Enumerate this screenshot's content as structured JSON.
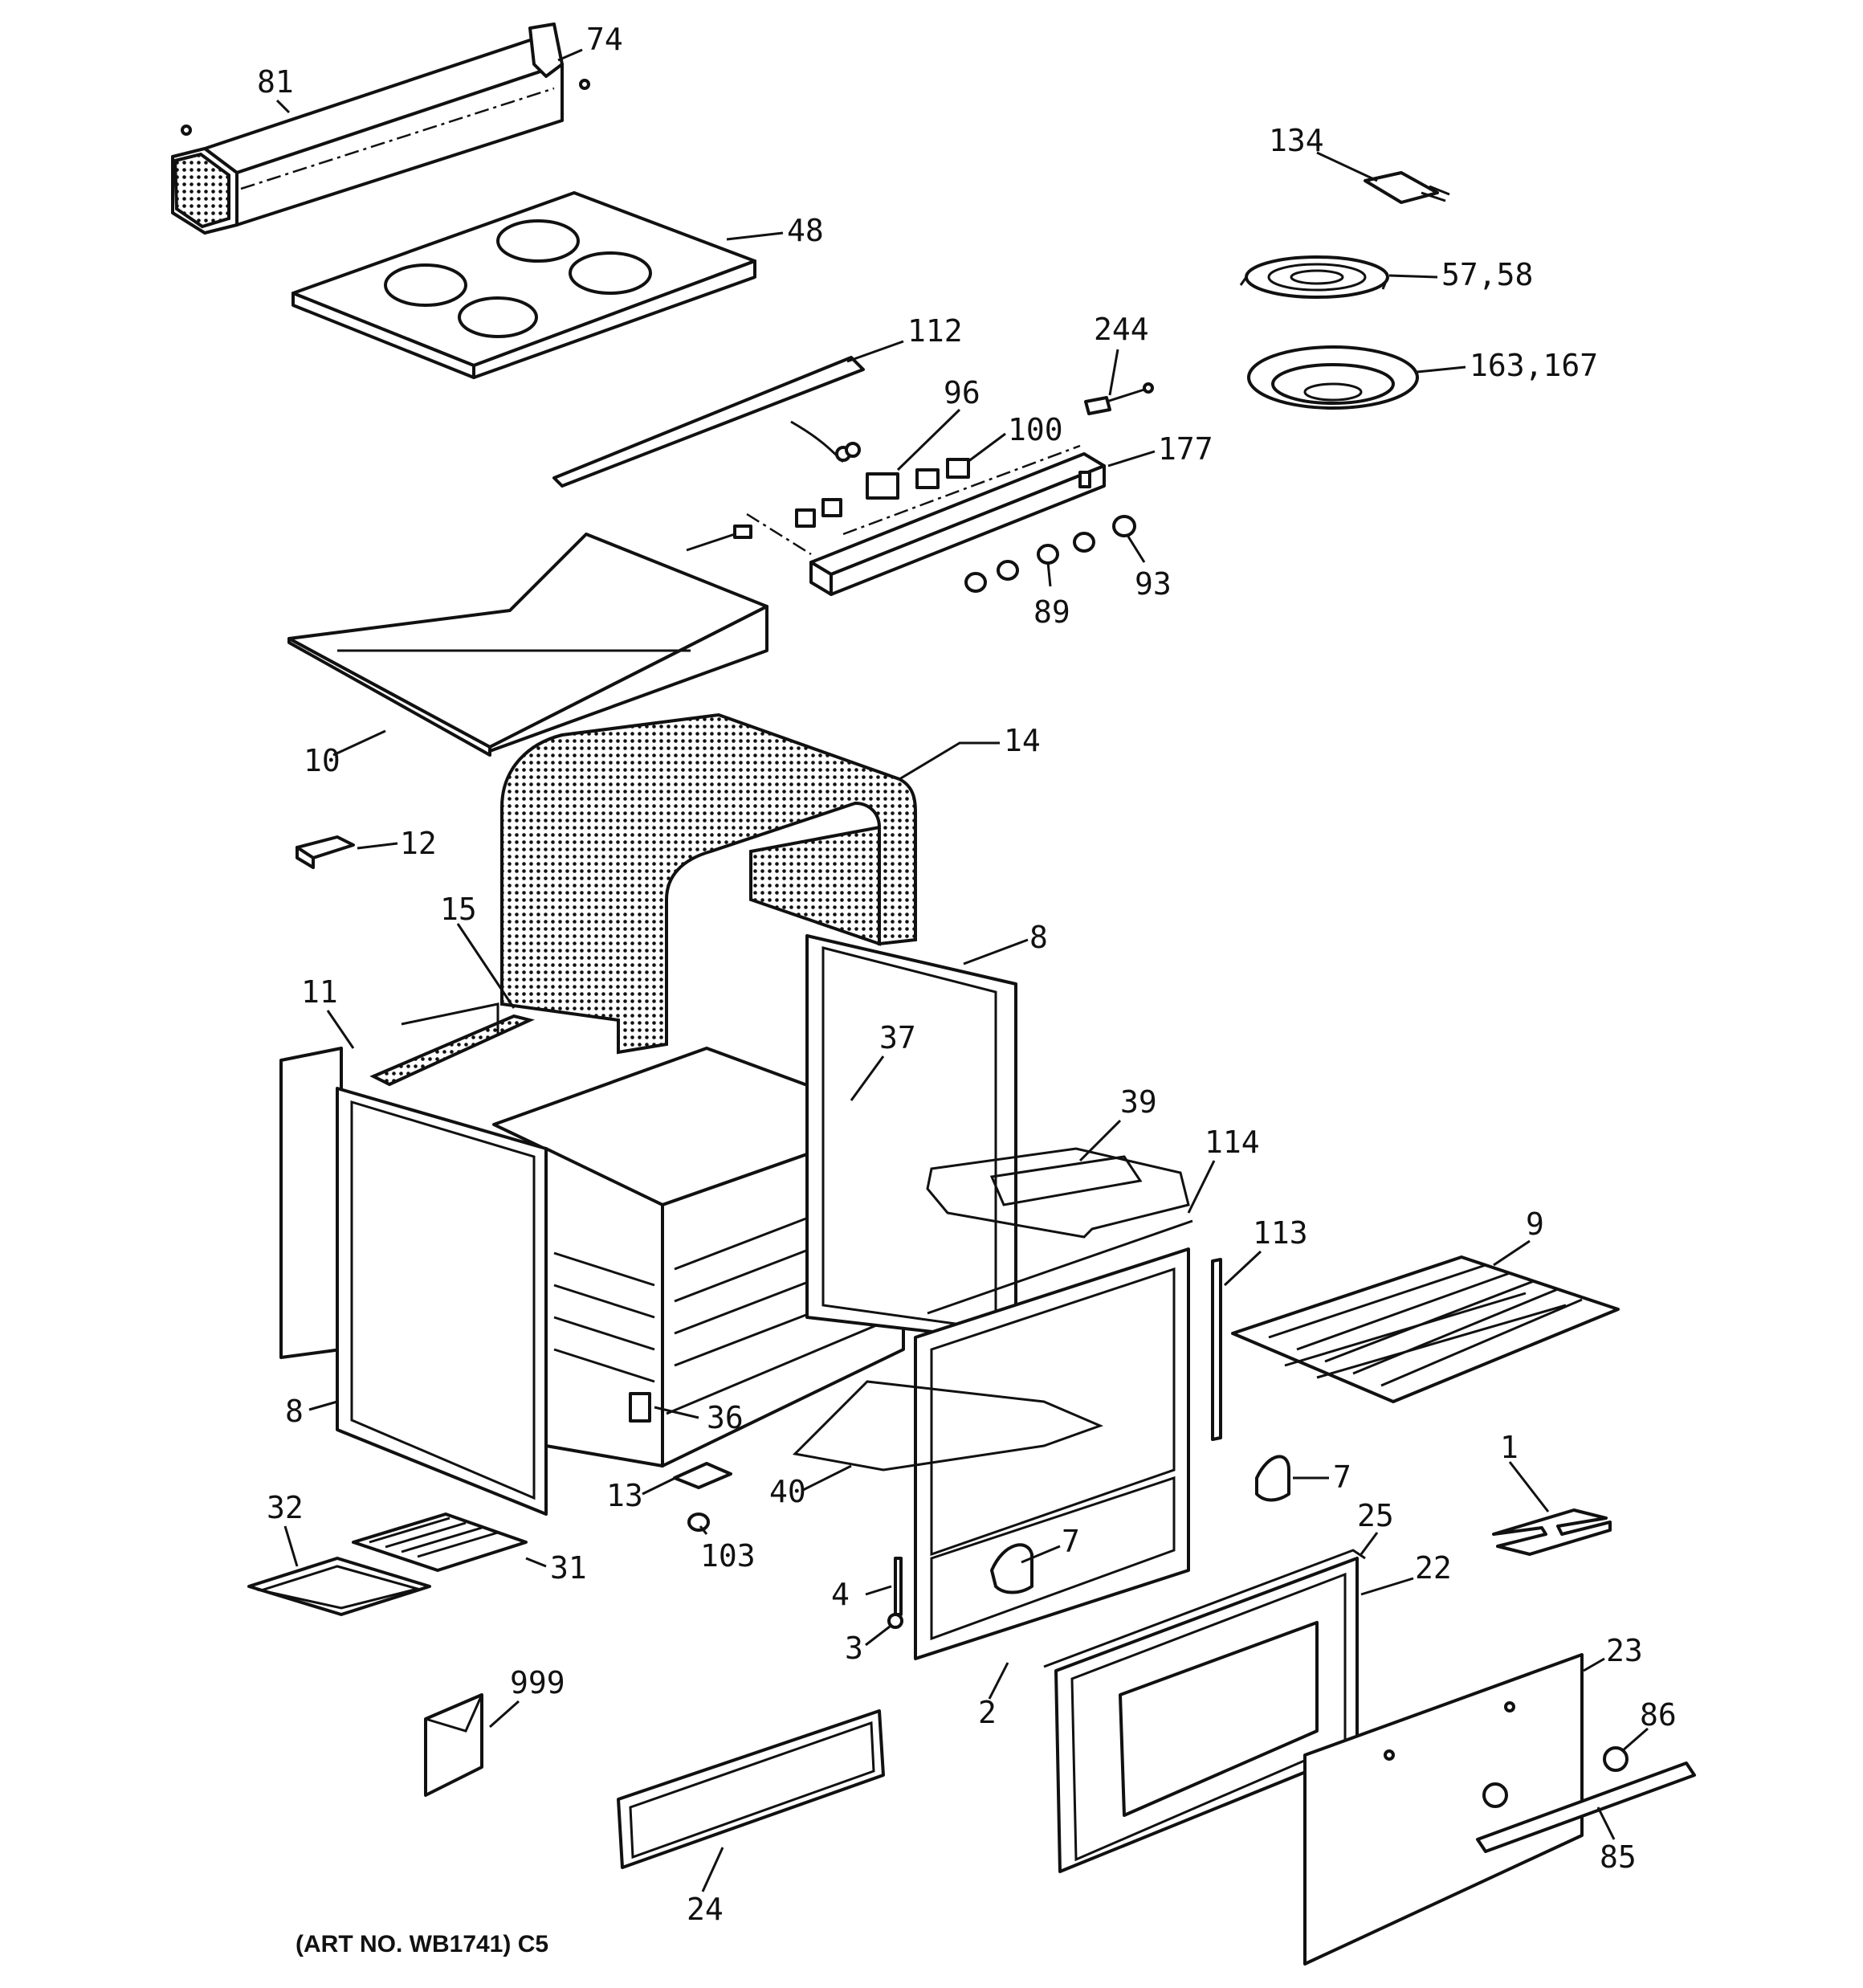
{
  "caption": "(ART NO. WB1741) C5",
  "callouts": {
    "c81": "81",
    "c74": "74",
    "c134": "134",
    "c48": "48",
    "c5758": "57,58",
    "c112": "112",
    "c244": "244",
    "c163167": "163,167",
    "c96": "96",
    "c100": "100",
    "c177": "177",
    "c93": "93",
    "c89": "89",
    "c10": "10",
    "c14": "14",
    "c12": "12",
    "c15": "15",
    "c8a": "8",
    "c11": "11",
    "c37": "37",
    "c39": "39",
    "c114": "114",
    "c113": "113",
    "c9": "9",
    "c8b": "8",
    "c36": "36",
    "c13": "13",
    "c40": "40",
    "c103": "103",
    "c7a": "7",
    "c1": "1",
    "c25": "25",
    "c32": "32",
    "c31": "31",
    "c7b": "7",
    "c22": "22",
    "c4": "4",
    "c3": "3",
    "c2": "2",
    "c23": "23",
    "c999": "999",
    "c86": "86",
    "c85": "85",
    "c24": "24"
  }
}
